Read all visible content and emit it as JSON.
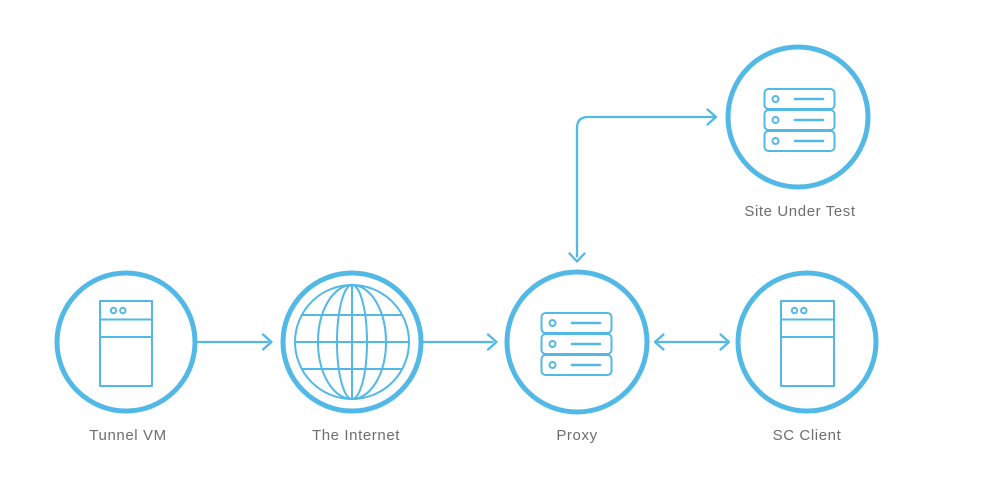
{
  "diagram": {
    "type": "network-flow-diagram",
    "nodes": [
      {
        "id": "tunnel-vm",
        "label": "Tunnel VM",
        "icon": "tower-server-icon"
      },
      {
        "id": "the-internet",
        "label": "The Internet",
        "icon": "globe-icon"
      },
      {
        "id": "proxy",
        "label": "Proxy",
        "icon": "rack-server-icon"
      },
      {
        "id": "sc-client",
        "label": "SC Client",
        "icon": "tower-server-icon"
      },
      {
        "id": "site-under-test",
        "label": "Site Under Test",
        "icon": "rack-server-icon"
      }
    ],
    "edges": [
      {
        "from": "tunnel-vm",
        "to": "the-internet",
        "direction": "one-way",
        "shape": "straight"
      },
      {
        "from": "the-internet",
        "to": "proxy",
        "direction": "one-way",
        "shape": "straight"
      },
      {
        "from": "proxy",
        "to": "sc-client",
        "direction": "two-way",
        "shape": "straight"
      },
      {
        "from": "proxy",
        "to": "site-under-test",
        "direction": "two-way",
        "shape": "elbow"
      }
    ]
  },
  "colors": {
    "accent": "#52B9E7",
    "label_text": "#6C6E70",
    "background": "#FFFFFF"
  }
}
